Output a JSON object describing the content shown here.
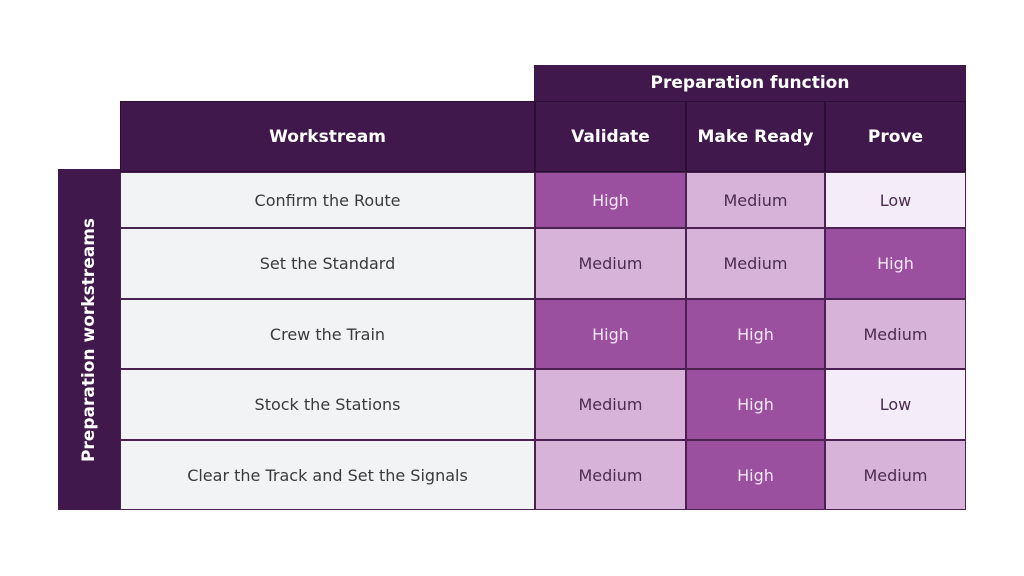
{
  "top_header": "Preparation function",
  "side_header": "Preparation workstreams",
  "columns": {
    "workstream": "Workstream",
    "validate": "Validate",
    "make_ready": "Make Ready",
    "prove": "Prove"
  },
  "rows": [
    {
      "workstream": "Confirm the Route",
      "validate": "High",
      "make_ready": "Medium",
      "prove": "Low"
    },
    {
      "workstream": "Set the Standard",
      "validate": "Medium",
      "make_ready": "Medium",
      "prove": "High"
    },
    {
      "workstream": "Crew the Train",
      "validate": "High",
      "make_ready": "High",
      "prove": "Medium"
    },
    {
      "workstream": "Stock the Stations",
      "validate": "Medium",
      "make_ready": "High",
      "prove": "Low"
    },
    {
      "workstream": "Clear the Track and Set the Signals",
      "validate": "Medium",
      "make_ready": "High",
      "prove": "Medium"
    }
  ],
  "colors": {
    "header": "#40184b",
    "high": "#9b4f9f",
    "medium": "#d8b3d9",
    "low": "#f4ecf8",
    "workstream_cell": "#f2f3f5"
  }
}
